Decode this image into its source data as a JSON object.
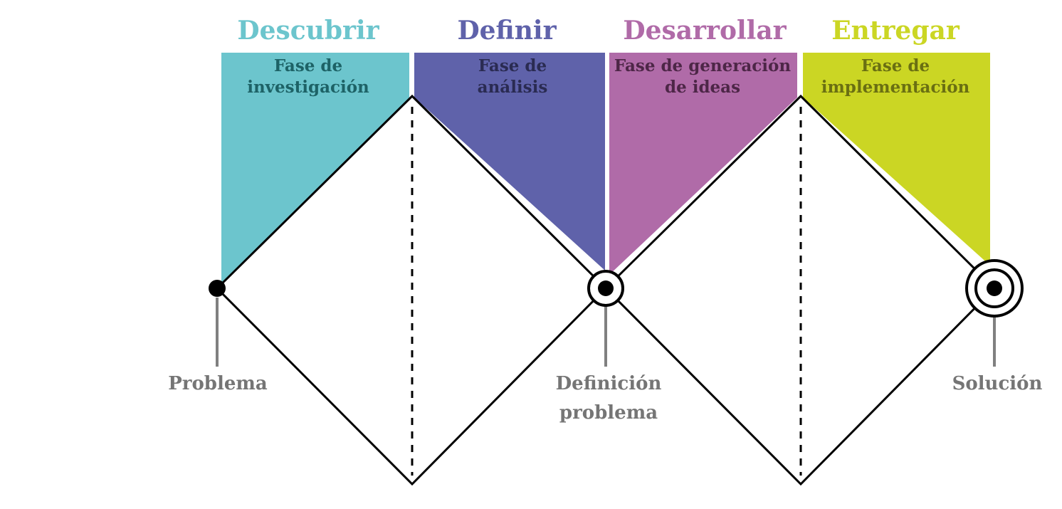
{
  "colors": {
    "discover": "#6cc5cd",
    "define": "#5f62aa",
    "develop": "#b06ba8",
    "deliver": "#cbd624",
    "discover_text": "#1d6266",
    "define_text": "#2a2b52",
    "develop_text": "#4d2647",
    "deliver_text": "#6a6f12",
    "outline": "#000000",
    "label_gray": "#757575"
  },
  "phases": [
    {
      "title": "Descubrir",
      "subtitle_line1": "Fase de",
      "subtitle_line2": "investigación"
    },
    {
      "title": "Definir",
      "subtitle_line1": "Fase de",
      "subtitle_line2": "análisis"
    },
    {
      "title": "Desarrollar",
      "subtitle_line1": "Fase de generación",
      "subtitle_line2": "de ideas"
    },
    {
      "title": "Entregar",
      "subtitle_line1": "Fase de",
      "subtitle_line2": "implementación"
    }
  ],
  "milestones": [
    {
      "label_line1": "Problema",
      "label_line2": "",
      "icon": "dot-icon"
    },
    {
      "label_line1": "Definición",
      "label_line2": "problema",
      "icon": "target-icon"
    },
    {
      "label_line1": "Solución",
      "label_line2": "",
      "icon": "double-target-icon"
    }
  ]
}
